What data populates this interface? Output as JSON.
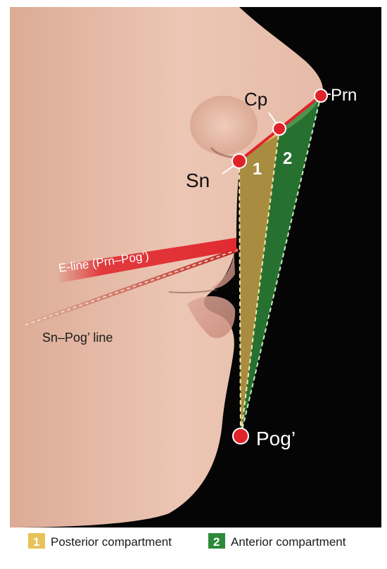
{
  "points": {
    "prn": "Prn",
    "cp": "Cp",
    "sn": "Sn",
    "pog": "Pog’"
  },
  "compartments": {
    "posterior_number": "1",
    "anterior_number": "2"
  },
  "lines": {
    "e_line": "E-line (Prn–Pog’)",
    "sn_pog_line": "Sn–Pog’ line"
  },
  "legend": {
    "posterior_number": "1",
    "posterior_label": "Posterior compartment",
    "anterior_number": "2",
    "anterior_label": "Anterior compartment"
  },
  "colors": {
    "background": "#050505",
    "skin": "#e9c0ad",
    "landmark_red": "#e0232a",
    "posterior_fill": "#e8c257",
    "anterior_fill": "#2e8a3a"
  }
}
